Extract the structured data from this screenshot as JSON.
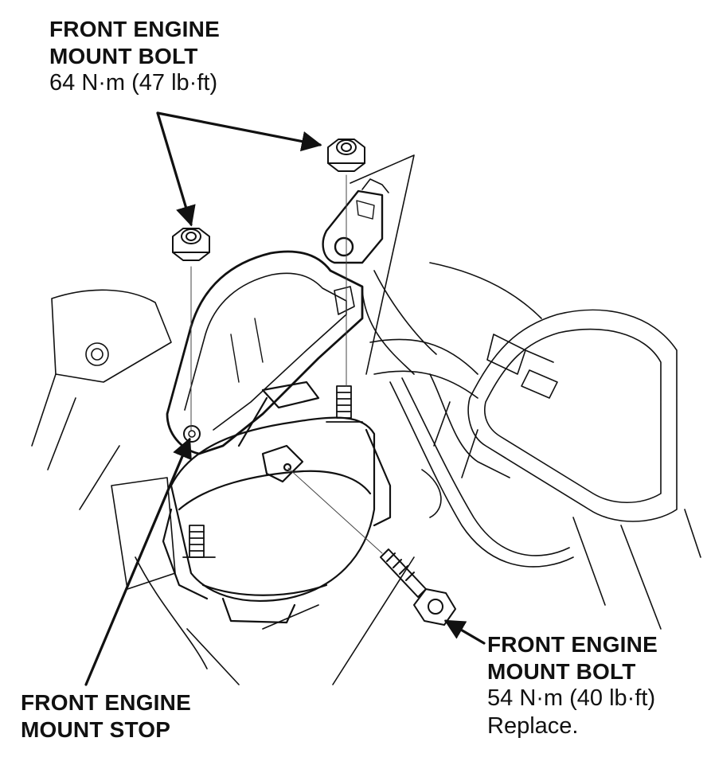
{
  "callouts": {
    "top_bolt": {
      "line1": "FRONT ENGINE",
      "line2": "MOUNT BOLT",
      "torque": "64 N·m (47 lb·ft)"
    },
    "side_bolt": {
      "line1": "FRONT ENGINE",
      "line2": "MOUNT BOLT",
      "torque": "54 N·m (40 lb·ft)",
      "note": "Replace."
    },
    "stop": {
      "line1": "FRONT ENGINE",
      "line2": "MOUNT STOP"
    }
  },
  "colors": {
    "ink": "#111111",
    "paper": "#ffffff"
  }
}
